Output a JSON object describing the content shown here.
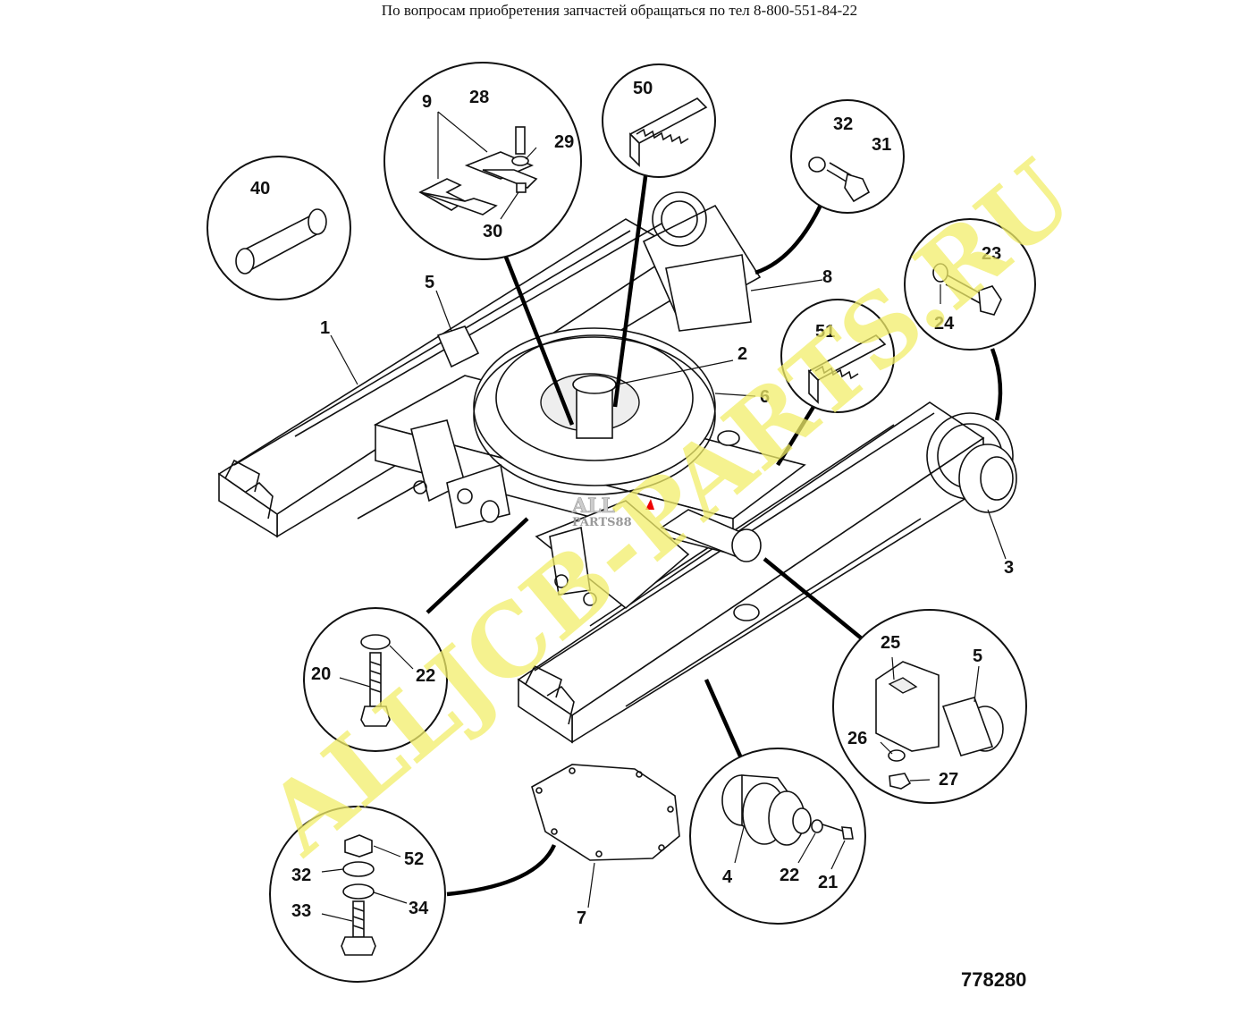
{
  "header": {
    "text": "По вопросам приобретения запчастей обращаться по тел 8-800-551-84-22"
  },
  "watermark": {
    "text": "ALLJCB-PARTS.RU",
    "color": "#f2ee6a"
  },
  "logo": {
    "line1": "ALL",
    "line2": "PARTS88"
  },
  "figure_number": "778280",
  "callouts": {
    "c1": "1",
    "c2": "2",
    "c3": "3",
    "c4": "4",
    "c5a": "5",
    "c5b": "5",
    "c6": "6",
    "c7": "7",
    "c8": "8",
    "c9": "9",
    "c20": "20",
    "c21": "21",
    "c22a": "22",
    "c22b": "22",
    "c23": "23",
    "c24": "24",
    "c25": "25",
    "c26": "26",
    "c27": "27",
    "c28": "28",
    "c29": "29",
    "c30": "30",
    "c31": "31",
    "c32a": "32",
    "c32b": "32",
    "c33": "33",
    "c34": "34",
    "c40": "40",
    "c50": "50",
    "c51": "51",
    "c52": "52"
  }
}
